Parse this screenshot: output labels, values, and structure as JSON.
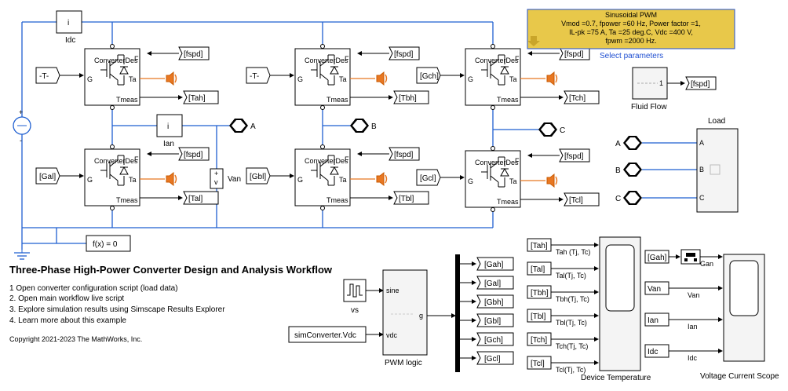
{
  "title": "Three-Phase High-Power Converter Design and Analysis Workflow",
  "steps": [
    "1  Open converter configuration script (load data)",
    "2. Open main workflow live script",
    "3. Explore simulation results using Simscape Results Explorer",
    "4. Learn more about this example"
  ],
  "copyright": "Copyright 2021-2023 The MathWorks, Inc.",
  "annotation": {
    "lines": [
      "Sinusoidal PWM",
      "Vmod =0.7, fpower =60 Hz, Power factor =1,",
      "IL-pk =75 A, Ta =25 deg.C, Vdc =400 V,",
      "fpwm =2000 Hz."
    ],
    "link": "Select parameters"
  },
  "converter": {
    "name": "ConverterDes",
    "ports": {
      "g": "G",
      "f": "F",
      "ta": "Ta",
      "tmeas": "Tmeas"
    }
  },
  "converters": [
    {
      "gate": "-T-",
      "fspd": "[fspd]",
      "tout": "[Tah]"
    },
    {
      "gate": "-T-",
      "fspd": "[fspd]",
      "tout": "[Tbh]"
    },
    {
      "gate": "[Gch]",
      "fspd": "[fspd]",
      "tout": "[Tch]"
    },
    {
      "gate": "[Gal]",
      "fspd": "[fspd]",
      "tout": "[Tal]"
    },
    {
      "gate": "[Gbl]",
      "fspd": "[fspd]",
      "tout": "[Tbl]"
    },
    {
      "gate": "[Gcl]",
      "fspd": "[fspd]",
      "tout": "[Tcl]"
    }
  ],
  "sensors": {
    "idc": "Idc",
    "idc_sym": "i",
    "ian": "Ian",
    "ian_sym": "i",
    "van": "Van",
    "v_sym": "v",
    "plus": "+",
    "minus": "-"
  },
  "solver": "f(x) = 0",
  "ports": [
    "A",
    "B",
    "C"
  ],
  "fluid": {
    "label": "Fluid Flow",
    "out": "[fspd]",
    "value": "1"
  },
  "load": {
    "label": "Load",
    "ports": [
      "A",
      "B",
      "C"
    ]
  },
  "pwm": {
    "label": "PWM logic",
    "in1": "sine",
    "in2": "vdc",
    "out": "g",
    "vs": "vs",
    "source": "simConverter.Vdc",
    "outputs": [
      "[Gah]",
      "[Gal]",
      "[Gbh]",
      "[Gbl]",
      "[Gch]",
      "[Gcl]"
    ]
  },
  "device_temp": {
    "label": "Device Temperature",
    "inputs": [
      "[Tah]",
      "[Tal]",
      "[Tbh]",
      "[Tbl]",
      "[Tch]",
      "[Tcl]"
    ],
    "signals": [
      "Tah (Tj, Tc)",
      "Tal(Tj, Tc)",
      "Tbh(Tj, Tc)",
      "Tbl(Tj, Tc)",
      "Tch(Tj, Tc)",
      "Tcl(Tj, Tc)"
    ]
  },
  "vi_scope": {
    "label": "Voltage Current Scope",
    "inputs": [
      "[Gah]",
      "Van",
      "Ian",
      "Idc"
    ],
    "signals": [
      "Gan",
      "Van",
      "Ian",
      "Idc"
    ]
  }
}
